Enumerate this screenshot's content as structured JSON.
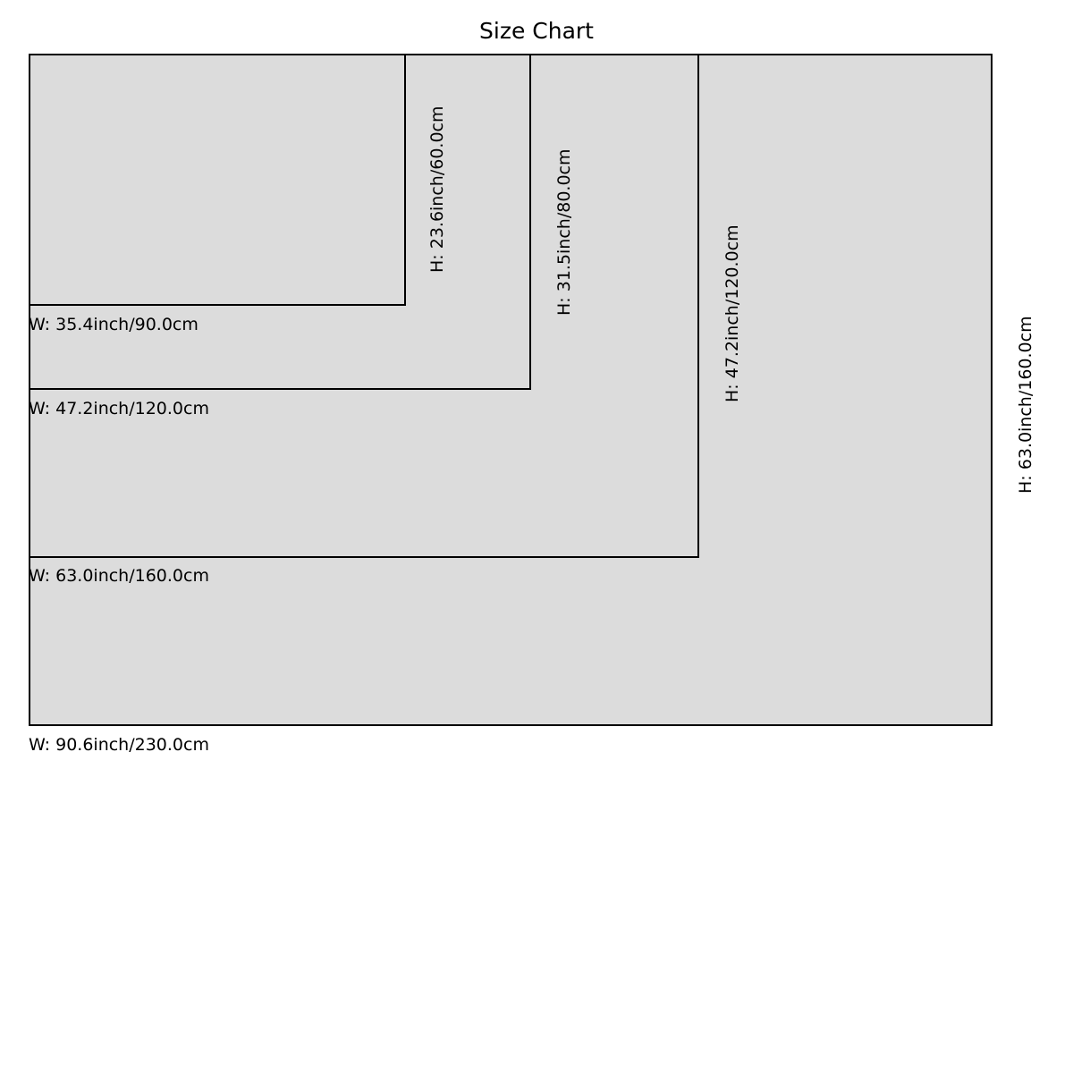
{
  "chart_data": {
    "type": "table",
    "title": "Size Chart",
    "xlabel": "",
    "ylabel": "",
    "units": "inch/cm",
    "fill_color": "#dcdcdc",
    "stroke_color": "#000000",
    "background_color": "#ffffff",
    "categories": [
      "35.4inch/90.0cm x 23.6inch/60.0cm",
      "47.2inch/120.0cm x 31.5inch/80.0cm",
      "63.0inch/160.0cm x 47.2inch/120.0cm",
      "90.6inch/230.0cm x 63.0inch/160.0cm"
    ],
    "sizes": [
      {
        "index": 0,
        "width_label": "W: 35.4inch/90.0cm",
        "height_label": "H: 23.6inch/60.0cm",
        "width_inch": 35.4,
        "width_cm": 90.0,
        "height_inch": 23.6,
        "height_cm": 60.0
      },
      {
        "index": 1,
        "width_label": "W: 47.2inch/120.0cm",
        "height_label": "H: 31.5inch/80.0cm",
        "width_inch": 47.2,
        "width_cm": 120.0,
        "height_inch": 31.5,
        "height_cm": 80.0
      },
      {
        "index": 2,
        "width_label": "W: 63.0inch/160.0cm",
        "height_label": "H: 47.2inch/120.0cm",
        "width_inch": 63.0,
        "width_cm": 160.0,
        "height_inch": 47.2,
        "height_cm": 120.0
      },
      {
        "index": 3,
        "width_label": "W: 90.6inch/230.0cm",
        "height_label": "H: 63.0inch/160.0cm",
        "width_inch": 90.6,
        "width_cm": 230.0,
        "height_inch": 63.0,
        "height_cm": 160.0
      }
    ]
  },
  "title": "Size Chart",
  "rects": [
    {
      "width_label": "W: 35.4inch/90.0cm",
      "height_label": "H: 23.6inch/60.0cm"
    },
    {
      "width_label": "W: 47.2inch/120.0cm",
      "height_label": "H: 31.5inch/80.0cm"
    },
    {
      "width_label": "W: 63.0inch/160.0cm",
      "height_label": "H: 47.2inch/120.0cm"
    },
    {
      "width_label": "W: 90.6inch/230.0cm",
      "height_label": "H: 63.0inch/160.0cm"
    }
  ]
}
